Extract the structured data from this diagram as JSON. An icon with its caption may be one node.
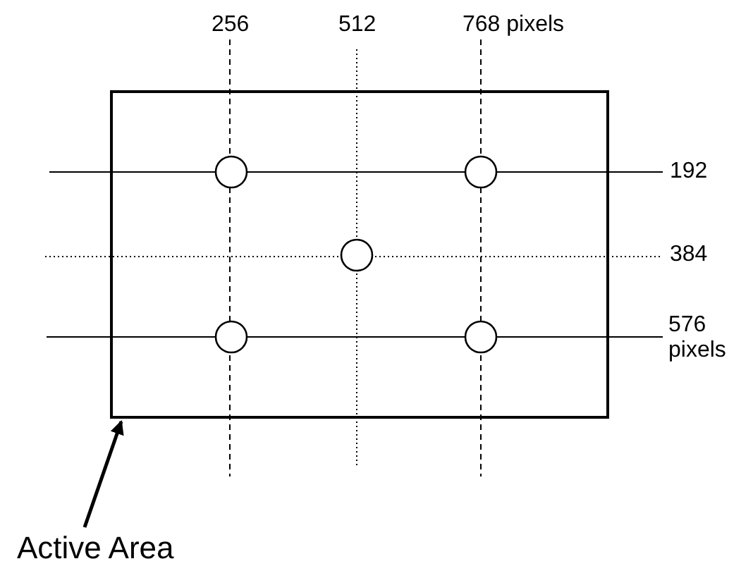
{
  "diagram": {
    "nodes": [
      {
        "text": [],
        "shape": "box"
      },
      {
        "text": [
          "Active Area"
        ]
      }
    ],
    "edges": [
      {
        "from": 1,
        "to": 0,
        "arrow": "to"
      }
    ],
    "labels": [
      "256",
      "512",
      "768 pixels",
      "192",
      "384",
      "576 pixels"
    ]
  }
}
